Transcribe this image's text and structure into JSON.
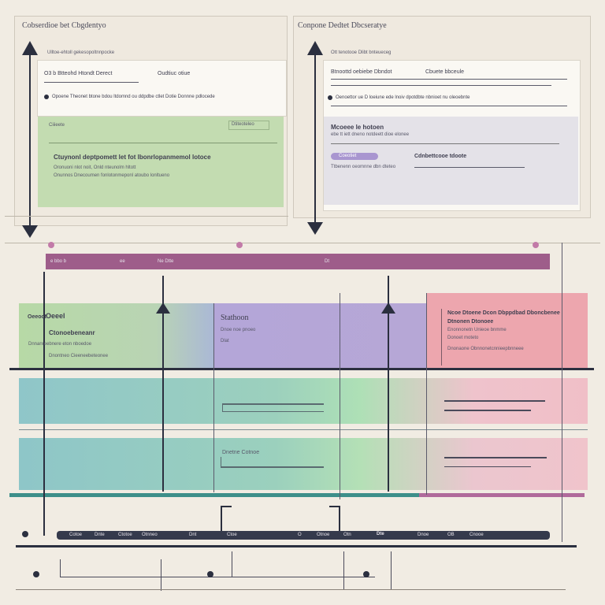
{
  "left_panel": {
    "title": "Cobserdioe bet Cbgdentyo",
    "subtitle": "Ulltoe-ehtoll gekesopoltnnpocke",
    "doc_line_1a": "O3 b Btteohd Htondt Derect",
    "doc_line_1b": "Oudtiuc otiue",
    "doc_line_2": "Opoene Theonet btone bdou ltdomnd ou ddpdbe ctlet Dotie Donnne pdlocede",
    "green_label": "Ciiieete",
    "green_tag": "Dtiteoteleo",
    "green_heading": "Ctuynonl deptpomett let fot lbonrlopanmemol lotoce",
    "green_line_1": "Oronuoni nlot noit, Onld nteunolm hltott",
    "green_line_2": "Onunnos Dnecoumen fonlotonmeponl atoubo lonltueno"
  },
  "right_panel": {
    "title": "Conpone Dedtet Dbcseratye",
    "subtitle": "Ott tenotooe Dlibt bnteueceg",
    "doc_line_1a": "Btnoottd oebiebe Dbndot",
    "doc_line_1b": "Cbuete bbceule",
    "doc_line_2": "Oenoettor ue D loeiune ede lnoiv dpotdbte nbnioet nu oleoebnte",
    "grey_heading": "Mcoeee le hotoen",
    "grey_line": "ebe tt iett dneno notdeett dioe elonee",
    "pill_label": "Coeotiet",
    "grey_note": "Cdnbettcooe tdoote",
    "grey_small": "Ttbenenn oeomnne dbn dteteo"
  },
  "timeline_top": {
    "left_label": "e bbo b",
    "mid_label_1": "ee",
    "mid_label_2": "Ne Dtte",
    "right_label": "Dt"
  },
  "columns": {
    "green": {
      "label": "Oeeoct",
      "title": "Oeeel",
      "heading": "Ctonoebeneanr",
      "line_1": "Dnnanreebnere eton nboedoe",
      "line_2": "Dnontneo Cieeneebeteonee"
    },
    "purple": {
      "title": "Stathoon",
      "line_1": "Dnoe noe pnoeo",
      "line_2": "Dlat"
    },
    "pink": {
      "heading": "Ncoe Dtoene Dcon Dbppdbad Dboncbenee",
      "line_1": "Dtnonen Dtonoee",
      "line_2": "Enonnonetn Unieoe bnmme",
      "line_3": "Donoet moteto",
      "line_4": "Dnonaone Obnnonetcnnieepbnneee"
    },
    "mid_note": "Dnetne Cotnoe"
  },
  "timeline_bottom": {
    "labels": [
      "Cotoe",
      "Dnte",
      "Ctotoe",
      "Otnneo",
      "Dnt",
      "Ctoe",
      "O",
      "Otnoe",
      "Otn"
    ],
    "count_label": "Dte",
    "right_1": "Dnoe",
    "right_2": "OB",
    "right_3": "Cnooe"
  },
  "colors": {
    "background": "#f1ece3",
    "navy": "#2b2f3f",
    "magenta_bar": "#6b3a5e",
    "green": "#b9d8a8",
    "purple": "#b5a6d6",
    "pink": "#eba3ad",
    "teal": "#8ec8c6"
  }
}
